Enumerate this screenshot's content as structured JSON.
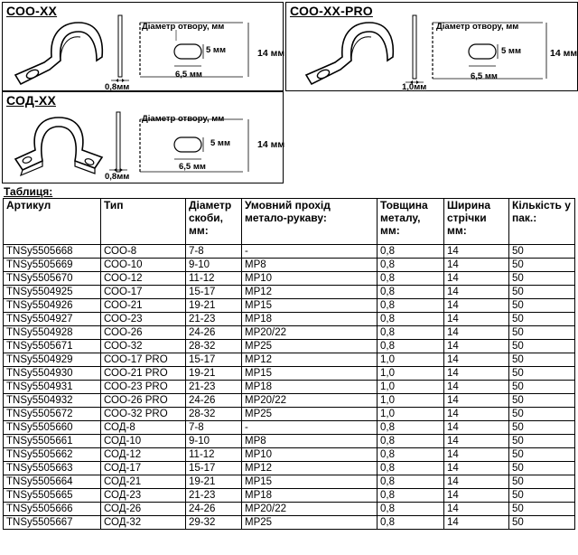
{
  "panels": [
    {
      "title": "СОО-ХХ",
      "thickness": "0,8мм",
      "diameter_label": "Діаметр отвору, мм",
      "hole_h": "5 мм",
      "hole_w": "6,5 мм",
      "strip_w": "14 мм"
    },
    {
      "title": "СОО-ХХ-PRO",
      "thickness": "1,0мм",
      "diameter_label": "Діаметр отвору, мм",
      "hole_h": "5 мм",
      "hole_w": "6,5 мм",
      "strip_w": "14 мм"
    },
    {
      "title": "СОД-ХХ",
      "thickness": "0,8мм",
      "diameter_label": "Діаметр отвору, мм",
      "hole_h": "5 мм",
      "hole_w": "6,5 мм",
      "strip_w": "14 мм"
    }
  ],
  "table_caption": "Таблиця:",
  "table": {
    "headers": [
      "Артикул",
      "Тип",
      "Діаметр скоби, мм:",
      "Умовний прохід метало-рукаву:",
      "Товщина металу, мм:",
      "Ширина стрічки мм:",
      "Кількість у пак.:"
    ],
    "rows": [
      [
        "TNSy5505668",
        "СОО-8",
        "7-8",
        "-",
        "0,8",
        "14",
        "50"
      ],
      [
        "TNSy5505669",
        "СОО-10",
        "9-10",
        "МР8",
        "0,8",
        "14",
        "50"
      ],
      [
        "TNSy5505670",
        "СОО-12",
        "11-12",
        "МР10",
        "0,8",
        "14",
        "50"
      ],
      [
        "TNSy5504925",
        "СОО-17",
        "15-17",
        "МР12",
        "0,8",
        "14",
        "50"
      ],
      [
        "TNSy5504926",
        "СОО-21",
        "19-21",
        "МР15",
        "0,8",
        "14",
        "50"
      ],
      [
        "TNSy5504927",
        "СОО-23",
        "21-23",
        "МР18",
        "0,8",
        "14",
        "50"
      ],
      [
        "TNSy5504928",
        "СОО-26",
        "24-26",
        "МР20/22",
        "0,8",
        "14",
        "50"
      ],
      [
        "TNSy5505671",
        "СОО-32",
        "28-32",
        "МР25",
        "0,8",
        "14",
        "50"
      ],
      [
        "TNSy5504929",
        "СОО-17  PRO",
        "15-17",
        "МР12",
        "1,0",
        "14",
        "50"
      ],
      [
        "TNSy5504930",
        "СОО-21  PRO",
        "19-21",
        "МР15",
        "1,0",
        "14",
        "50"
      ],
      [
        "TNSy5504931",
        "СОО-23  PRO",
        "21-23",
        "МР18",
        "1,0",
        "14",
        "50"
      ],
      [
        "TNSy5504932",
        "СОО-26  PRO",
        "24-26",
        "МР20/22",
        "1,0",
        "14",
        "50"
      ],
      [
        "TNSy5505672",
        "СОО-32  PRO",
        "28-32",
        "МР25",
        "1,0",
        "14",
        "50"
      ],
      [
        "TNSy5505660",
        "СОД-8",
        "7-8",
        "-",
        "0,8",
        "14",
        "50"
      ],
      [
        "TNSy5505661",
        "СОД-10",
        "9-10",
        "МР8",
        "0,8",
        "14",
        "50"
      ],
      [
        "TNSy5505662",
        "СОД-12",
        "11-12",
        "МР10",
        "0,8",
        "14",
        "50"
      ],
      [
        "TNSy5505663",
        "СОД-17",
        "15-17",
        "МР12",
        "0,8",
        "14",
        "50"
      ],
      [
        "TNSy5505664",
        "СОД-21",
        "19-21",
        "МР15",
        "0,8",
        "14",
        "50"
      ],
      [
        "TNSy5505665",
        "СОД-23",
        "21-23",
        "МР18",
        "0,8",
        "14",
        "50"
      ],
      [
        "TNSy5505666",
        "СОД-26",
        "24-26",
        "МР20/22",
        "0,8",
        "14",
        "50"
      ],
      [
        "TNSy5505667",
        "СОД-32",
        "29-32",
        "МР25",
        "0,8",
        "14",
        "50"
      ]
    ]
  },
  "icons": {
    "clamp_single": "single-side-clamp-icon",
    "clamp_double": "double-side-clamp-icon"
  }
}
